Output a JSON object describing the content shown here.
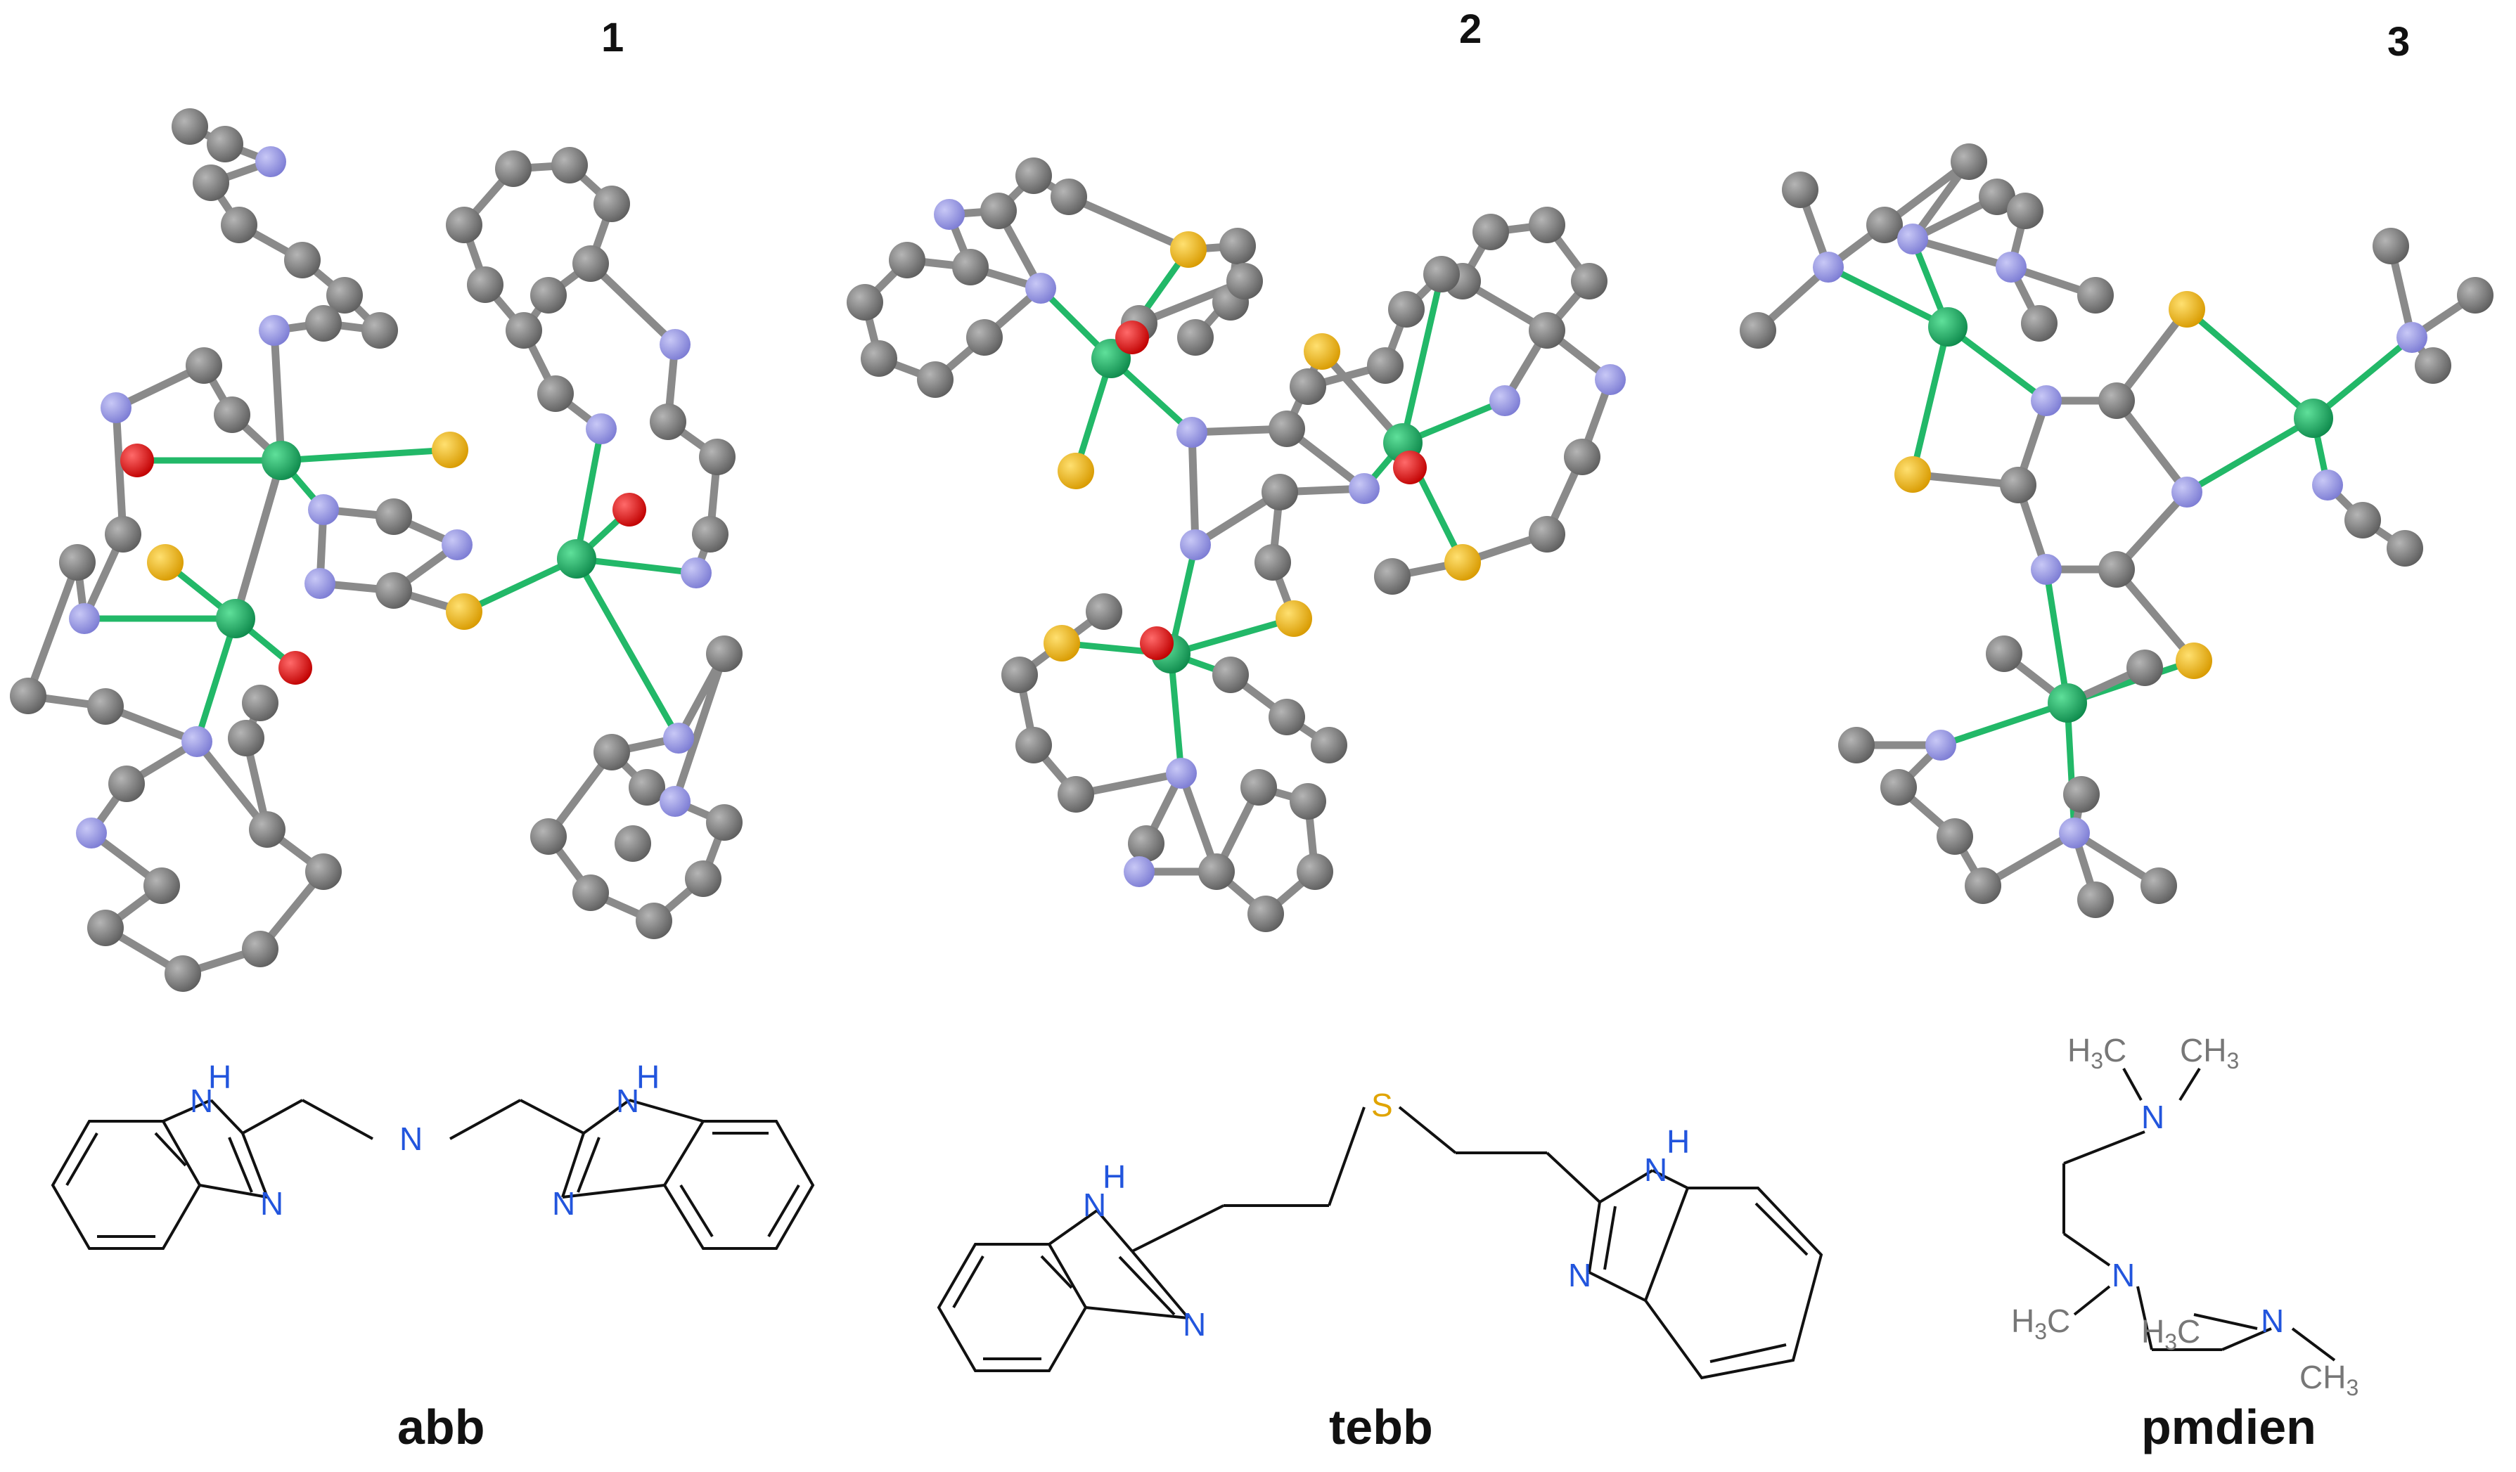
{
  "complexes": [
    {
      "label": "1"
    },
    {
      "label": "2"
    },
    {
      "label": "3"
    }
  ],
  "ligands": [
    {
      "name": "abb"
    },
    {
      "name": "tebb"
    },
    {
      "name": "pmdien"
    }
  ],
  "atom_labels": {
    "nh": "H",
    "n": "N",
    "s": "S",
    "h3c": "H3C",
    "ch3": "CH3"
  },
  "colors": {
    "carbon": "#7f7f7f",
    "nitrogen": "#9a9ae6",
    "sulfur": "#f2b61e",
    "oxygen": "#e60000",
    "metal": "#1aa860",
    "bond_metal": "#22b868",
    "label_nitrogen": "#2255dd",
    "label_sulfur": "#e0a400",
    "line": "#111111",
    "gray_text": "#777777"
  }
}
